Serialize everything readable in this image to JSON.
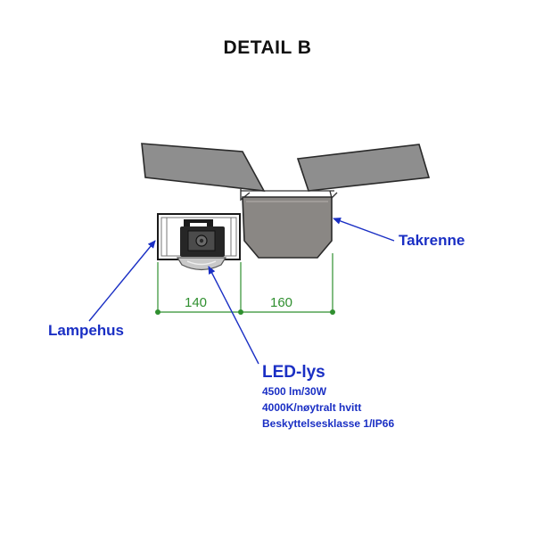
{
  "title": "DETAIL B",
  "labels": {
    "takrenne": "Takrenne",
    "lampehus": "Lampehus",
    "led_lys": "LED-lys"
  },
  "led_specs": [
    "4500 lm/30W",
    "4000K/nøytralt hvitt",
    "Beskyttelsesklasse 1/IP66"
  ],
  "dimensions": {
    "left": "140",
    "right": "160"
  },
  "colors": {
    "callout_text": "#1a2fc4",
    "dimension": "#2f8f2f",
    "roof_panel": "#8c8c8c",
    "gutter": "#8a8784"
  }
}
